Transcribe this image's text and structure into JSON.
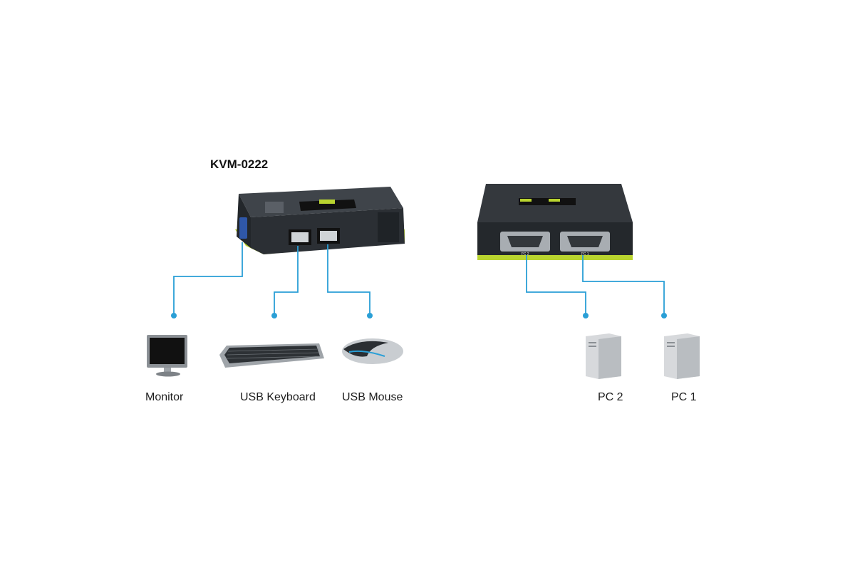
{
  "diagram": {
    "title": "KVM-0222",
    "colors": {
      "connector": "#2a9fd6",
      "device_body": "#2f3338",
      "device_accent": "#b9d42f",
      "pc_case": "#d7d9dc"
    },
    "front_unit": {
      "name": "kvm-front",
      "ports": [
        "usb-port",
        "usb-port",
        "vga-port"
      ]
    },
    "back_unit": {
      "name": "kvm-back",
      "port_labels": [
        "PC 2",
        "PC 1"
      ]
    },
    "devices": [
      {
        "id": "monitor",
        "label": "Monitor",
        "icon": "monitor-icon"
      },
      {
        "id": "keyboard",
        "label": "USB Keyboard",
        "icon": "keyboard-icon"
      },
      {
        "id": "mouse",
        "label": "USB Mouse",
        "icon": "mouse-icon"
      },
      {
        "id": "pc2",
        "label": "PC 2",
        "icon": "pc-tower-icon"
      },
      {
        "id": "pc1",
        "label": "PC 1",
        "icon": "pc-tower-icon"
      }
    ]
  }
}
